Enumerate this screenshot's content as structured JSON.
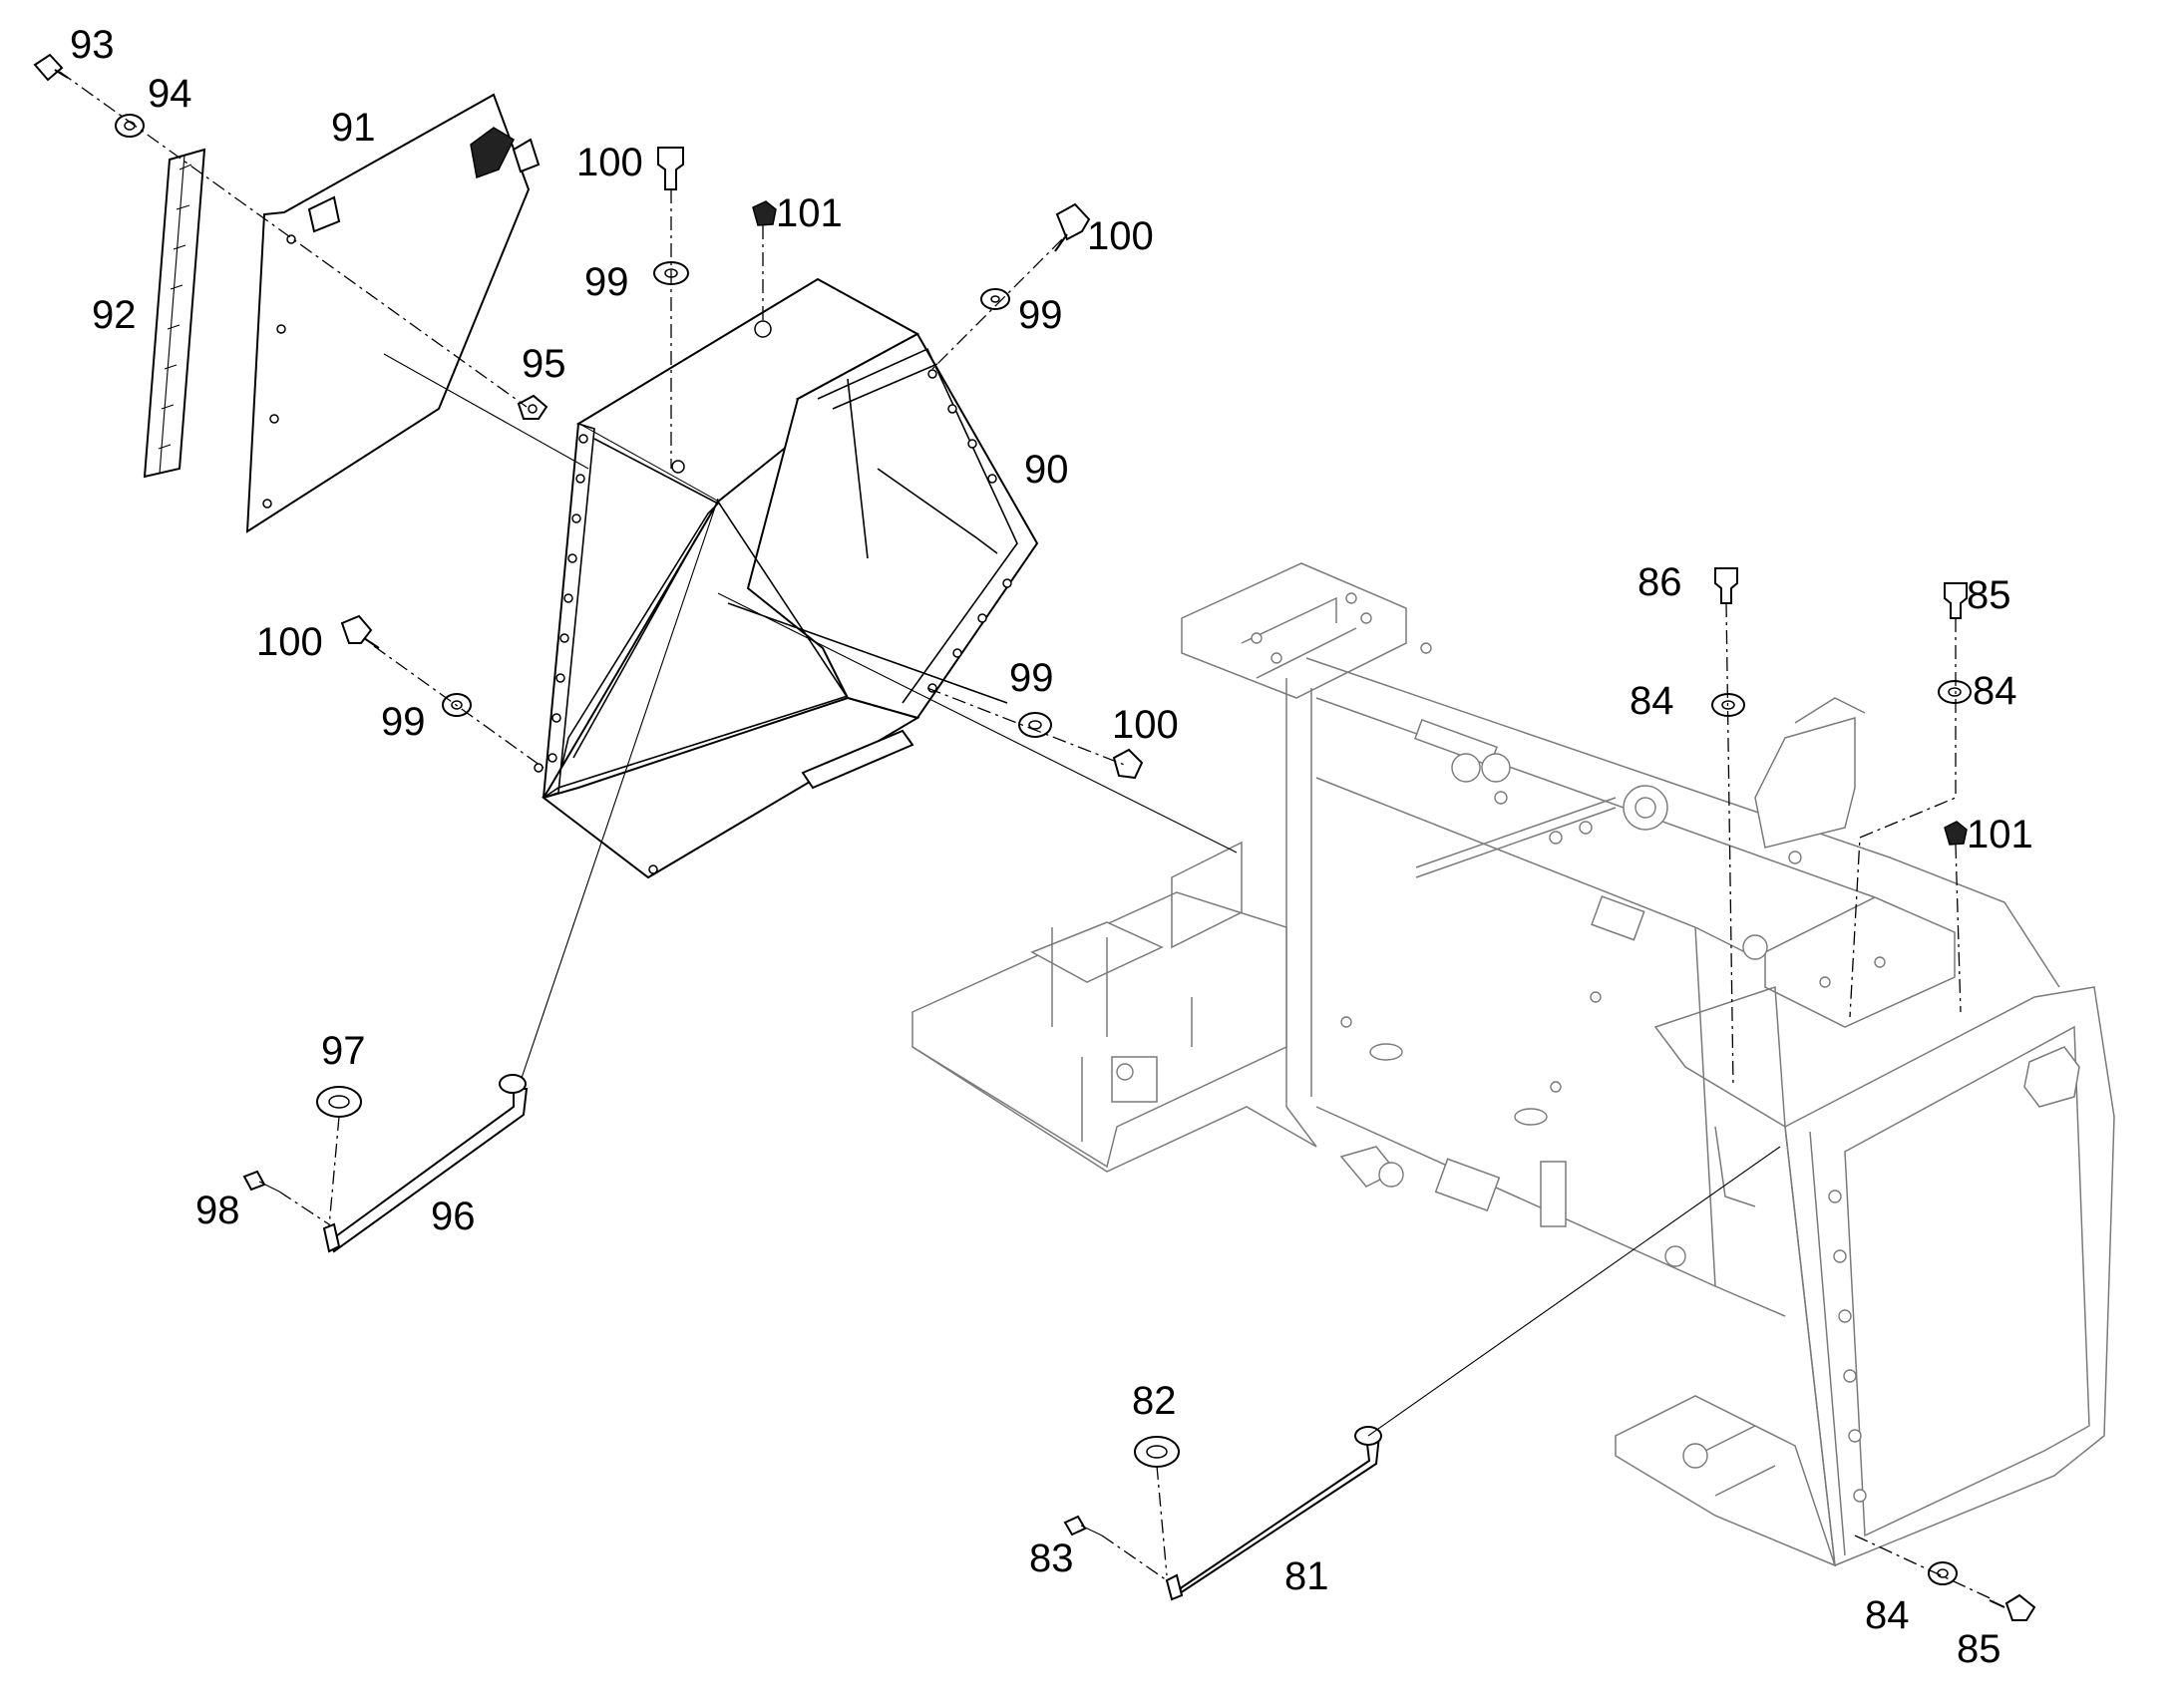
{
  "callouts": [
    {
      "label": "93"
    },
    {
      "label": "94"
    },
    {
      "label": "91"
    },
    {
      "label": "92"
    },
    {
      "label": "100"
    },
    {
      "label": "101"
    },
    {
      "label": "100"
    },
    {
      "label": "99"
    },
    {
      "label": "99"
    },
    {
      "label": "95"
    },
    {
      "label": "90"
    },
    {
      "label": "100"
    },
    {
      "label": "99"
    },
    {
      "label": "99"
    },
    {
      "label": "100"
    },
    {
      "label": "86"
    },
    {
      "label": "85"
    },
    {
      "label": "84"
    },
    {
      "label": "84"
    },
    {
      "label": "101"
    },
    {
      "label": "97"
    },
    {
      "label": "98"
    },
    {
      "label": "96"
    },
    {
      "label": "82"
    },
    {
      "label": "83"
    },
    {
      "label": "81"
    },
    {
      "label": "84"
    },
    {
      "label": "85"
    }
  ]
}
